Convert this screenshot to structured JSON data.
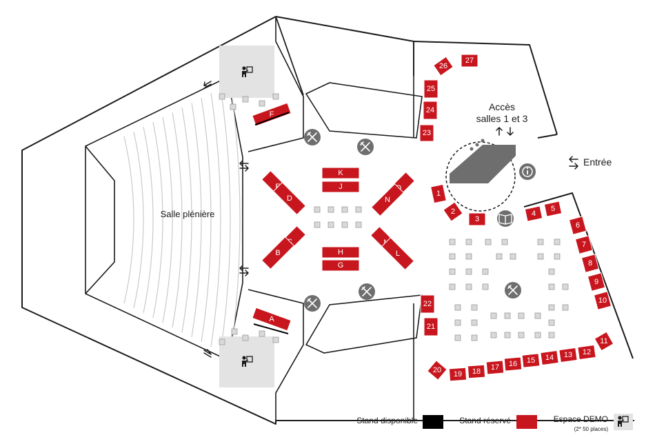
{
  "hall": {
    "pleniere_label": "Salle plénière",
    "acces_line1": "Accès",
    "acces_line2": "salles 1 et 3",
    "entree_label": "Entrée"
  },
  "stands": {
    "A": "A",
    "B": "B",
    "C": "C",
    "D": "D",
    "E": "E",
    "F": "F",
    "G": "G",
    "H": "H",
    "J": "J",
    "K": "K",
    "L": "L",
    "M": "M",
    "N": "N",
    "O": "O",
    "s1": "1",
    "s2": "2",
    "s3": "3",
    "s4": "4",
    "s5": "5",
    "s6": "6",
    "s7": "7",
    "s8": "8",
    "s9": "9",
    "s10": "10",
    "s11": "11",
    "s12": "12",
    "s13": "13",
    "s14": "14",
    "s15": "15",
    "s16": "16",
    "s17": "17",
    "s18": "18",
    "s19": "19",
    "s20": "20",
    "s21": "21",
    "s22": "22",
    "s23": "23",
    "s24": "24",
    "s25": "25",
    "s26": "26",
    "s27": "27"
  },
  "legend": {
    "disponible": "Stand disponible",
    "disponible_color": "#000000",
    "reserve": "Stand réservé",
    "reserve_color": "#c8161e",
    "demo": "Espace DEMO",
    "demo_note": "(2* 50 places)"
  },
  "icons": {
    "restauration": "fork-knife-icon",
    "information": "info-icon",
    "bibliotheque": "book-icon",
    "escalator": "escalator-icon",
    "demo": "presenter-icon"
  }
}
